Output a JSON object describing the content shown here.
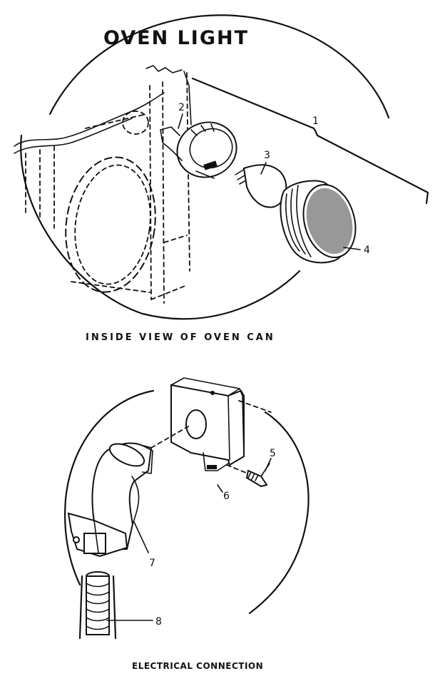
{
  "diagram": {
    "title": "OVEN LIGHT",
    "caption_top": "INSIDE VIEW OF OVEN CAN",
    "caption_bottom": "ELECTRICAL CONNECTION",
    "callouts": [
      "1",
      "2",
      "3",
      "4",
      "5",
      "6",
      "7",
      "8"
    ]
  }
}
